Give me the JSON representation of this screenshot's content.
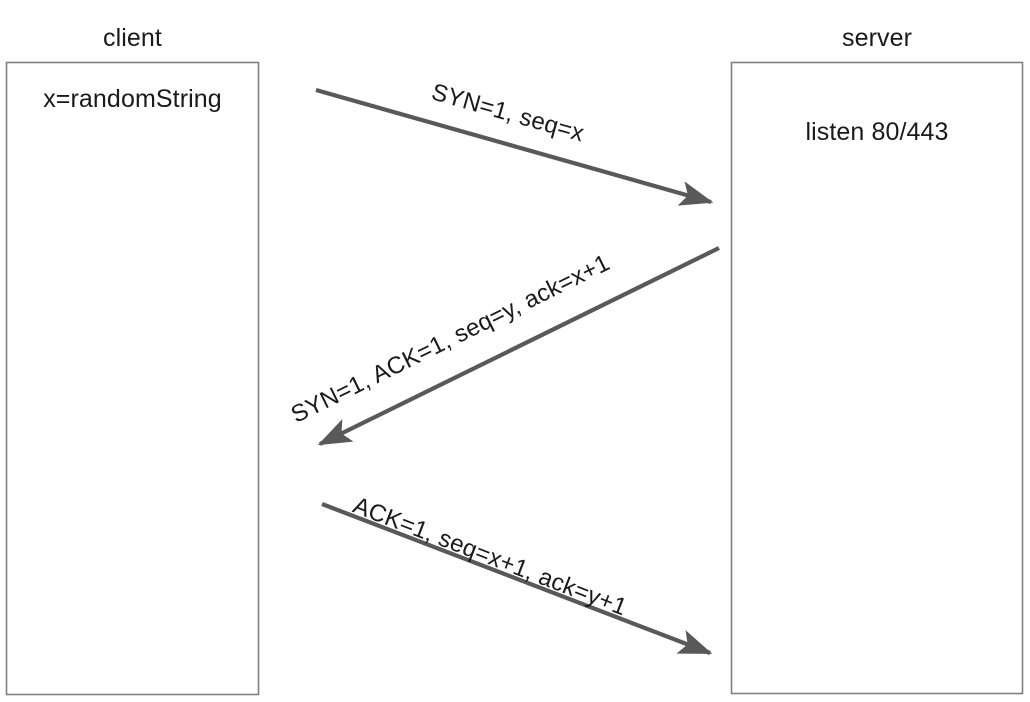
{
  "diagram": {
    "title_hidden": "",
    "background_color": "#ffffff",
    "line_color": "#595959",
    "box_border_color": "#808080",
    "text_color": "#1a1a1a"
  },
  "lanes": [
    {
      "id": "client",
      "title": "client",
      "note": "x=randomString"
    },
    {
      "id": "server",
      "title": "server",
      "note": "listen 80/443"
    }
  ],
  "messages": [
    {
      "id": "syn",
      "label": "SYN=1, seq=x",
      "direction": "client-to-server"
    },
    {
      "id": "syn-ack",
      "label": "SYN=1,  ACK=1,  seq=y,  ack=x+1",
      "direction": "server-to-client"
    },
    {
      "id": "ack",
      "label": "ACK=1,  seq=x+1,  ack=y+1",
      "direction": "client-to-server"
    }
  ]
}
